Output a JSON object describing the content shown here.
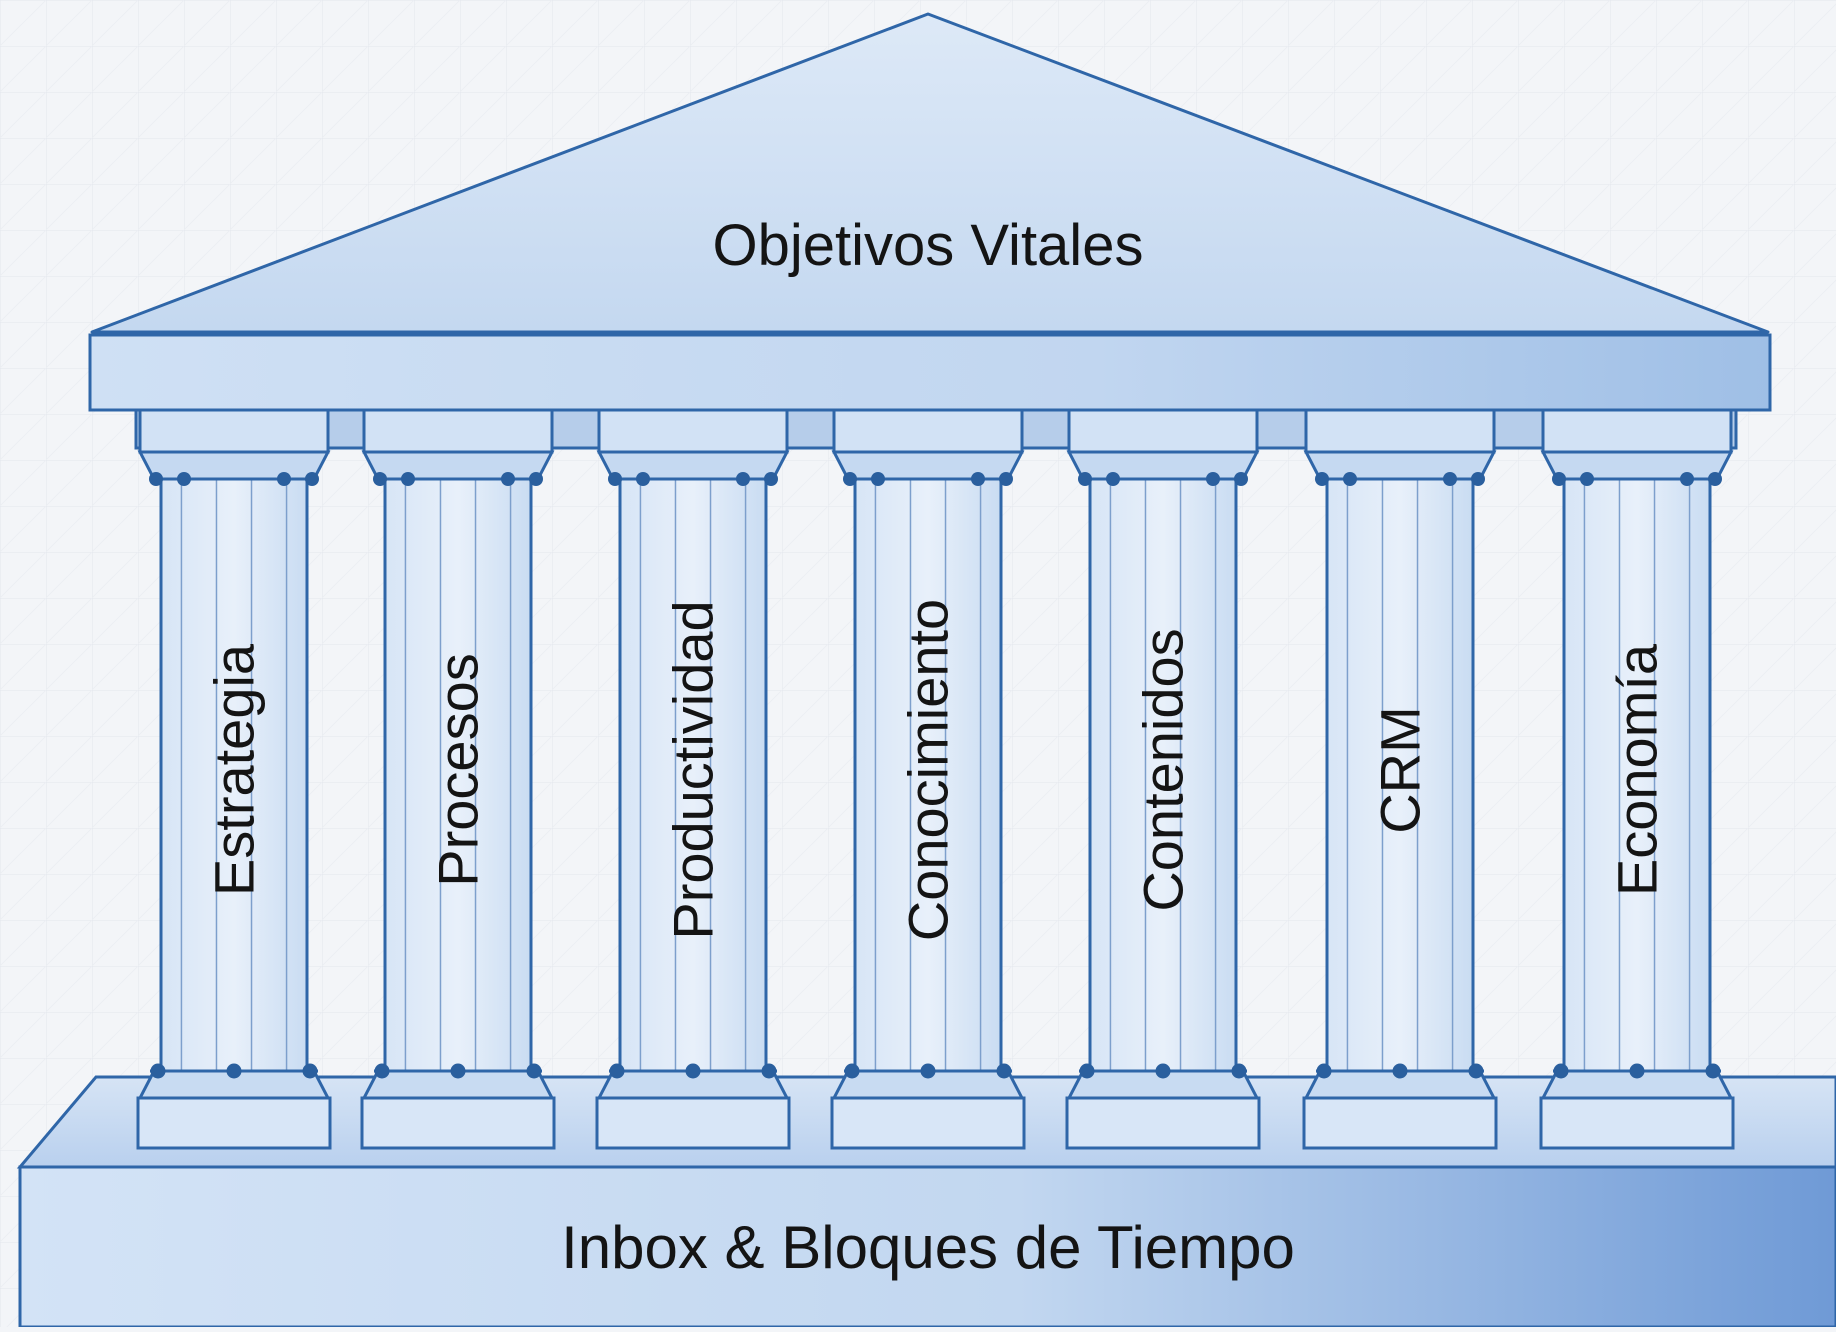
{
  "roof": {
    "label": "Objetivos Vitales"
  },
  "pillars": [
    {
      "label": "Estrategia"
    },
    {
      "label": "Procesos"
    },
    {
      "label": "Productividad"
    },
    {
      "label": "Conocimiento"
    },
    {
      "label": "Contenidos"
    },
    {
      "label": "CRM"
    },
    {
      "label": "Economía"
    }
  ],
  "foundation": {
    "label": "Inbox & Bloques de Tiempo"
  },
  "colors": {
    "background": "#f3f5f8",
    "stroke": "#2f66a8",
    "fill_light": "#e2ecf8",
    "fill_mid": "#c7daf1",
    "fill_dark": "#8fb3e2",
    "node": "#2a5f9e"
  }
}
